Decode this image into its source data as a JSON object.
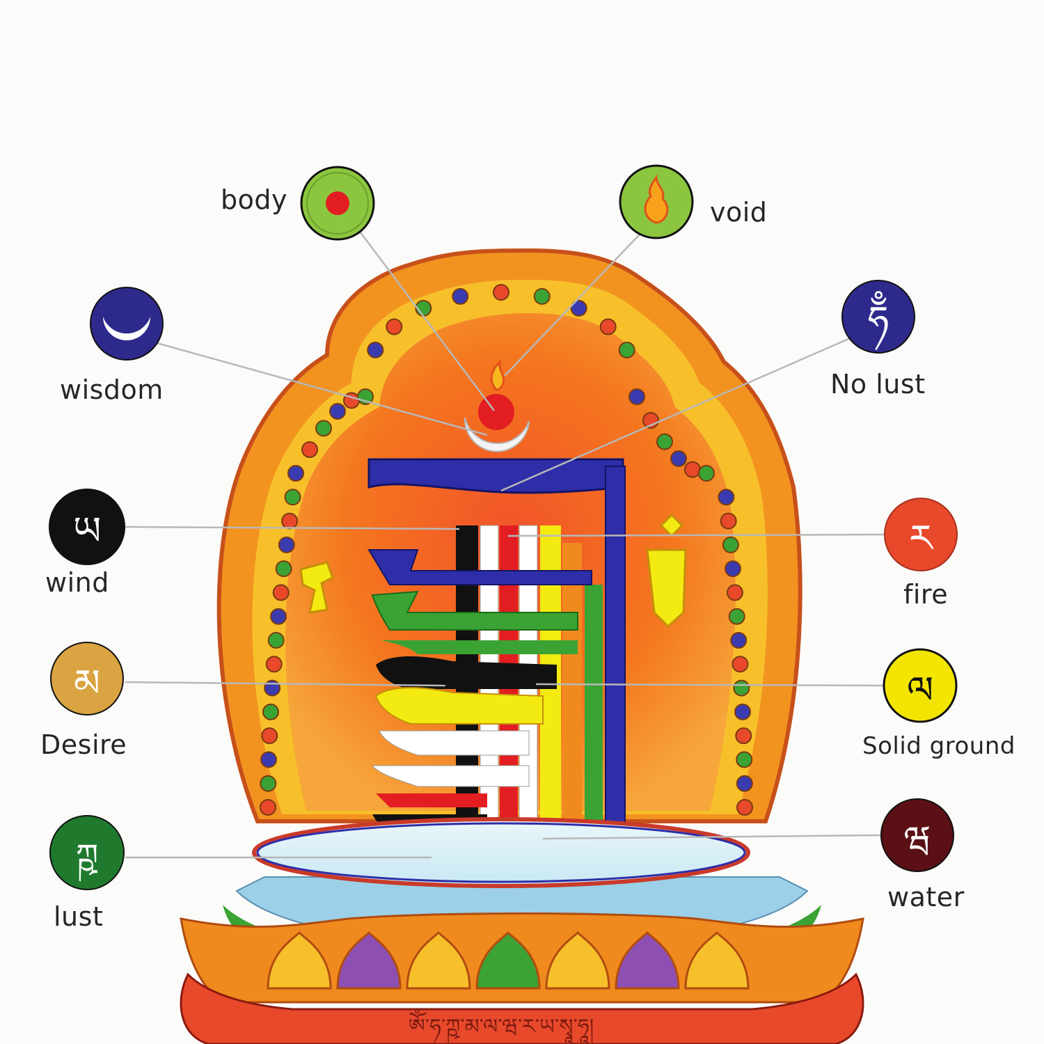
{
  "labels": {
    "body": "body",
    "void": "void",
    "wisdom": "wisdom",
    "no_lust": "No lust",
    "wind": "wind",
    "fire": "fire",
    "desire": "Desire",
    "solid_ground": "Solid ground",
    "lust": "lust",
    "water": "water"
  },
  "symbols": {
    "body": "red-dot-icon",
    "void": "flame-drop-icon",
    "wisdom": "crescent-moon-icon",
    "no_lust": "tibetan-letter-ham-icon",
    "wind": "tibetan-letter-ya-icon",
    "fire": "tibetan-letter-ra-icon",
    "desire": "tibetan-letter-ma-icon",
    "solid_ground": "tibetan-letter-la-icon",
    "lust": "tibetan-letter-ksha-icon",
    "water": "tibetan-letter-va-icon"
  },
  "banner_text": "ཨོཾ་ཧ་ཀྵ་མ་ལ་ཝ་ར་ཡ་སྭཱ་ཧཱ།",
  "colors": {
    "body_circle": "#8cc63f",
    "void_circle": "#8cc63f",
    "wisdom_circle": "#2e2a8c",
    "no_lust_circle": "#2e2a8c",
    "wind_circle": "#111111",
    "fire_circle": "#e8492b",
    "desire_circle": "#d9a441",
    "solid_ground_circle": "#f3e500",
    "lust_circle": "#1f7a2e",
    "water_circle": "#5a1014",
    "arch_outer": "#f08a1e",
    "arch_inner": "#f25a14"
  }
}
